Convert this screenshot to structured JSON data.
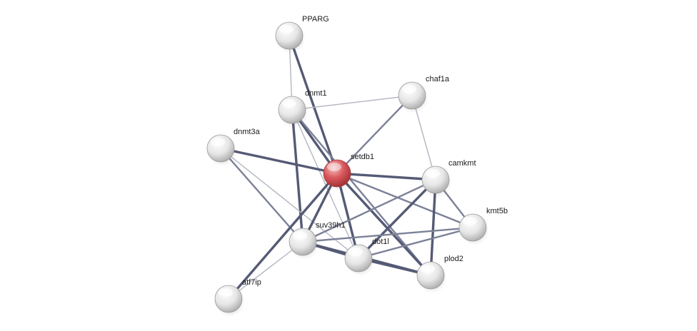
{
  "network": {
    "query_node": "setdb1",
    "colors": {
      "query_node": "#d9585c",
      "node": "#e4e4e4",
      "edge_strong": "#555a75",
      "edge_medium": "#7c8198",
      "edge_weak": "#b4b6c2"
    },
    "nodes": [
      {
        "id": "PPARG",
        "label": "PPARG"
      },
      {
        "id": "dnmt1",
        "label": "dnmt1"
      },
      {
        "id": "chaf1a",
        "label": "chaf1a"
      },
      {
        "id": "dnmt3a",
        "label": "dnmt3a"
      },
      {
        "id": "setdb1",
        "label": "setdb1"
      },
      {
        "id": "camkmt",
        "label": "camkmt"
      },
      {
        "id": "kmt5b",
        "label": "kmt5b"
      },
      {
        "id": "suv39h1",
        "label": "suv39h1"
      },
      {
        "id": "dot1l",
        "label": "dot1l"
      },
      {
        "id": "plod2",
        "label": "plod2"
      },
      {
        "id": "atf7ip",
        "label": "atf7ip"
      }
    ],
    "edges": [
      {
        "source": "PPARG",
        "target": "dnmt1",
        "strength": "weak"
      },
      {
        "source": "PPARG",
        "target": "setdb1",
        "strength": "strong"
      },
      {
        "source": "dnmt1",
        "target": "chaf1a",
        "strength": "weak"
      },
      {
        "source": "dnmt1",
        "target": "setdb1",
        "strength": "strong"
      },
      {
        "source": "dnmt1",
        "target": "suv39h1",
        "strength": "strong"
      },
      {
        "source": "dnmt1",
        "target": "dot1l",
        "strength": "weak"
      },
      {
        "source": "dnmt1",
        "target": "plod2",
        "strength": "medium"
      },
      {
        "source": "chaf1a",
        "target": "setdb1",
        "strength": "medium"
      },
      {
        "source": "chaf1a",
        "target": "camkmt",
        "strength": "weak"
      },
      {
        "source": "dnmt3a",
        "target": "setdb1",
        "strength": "strong"
      },
      {
        "source": "dnmt3a",
        "target": "suv39h1",
        "strength": "medium"
      },
      {
        "source": "dnmt3a",
        "target": "dot1l",
        "strength": "weak"
      },
      {
        "source": "setdb1",
        "target": "camkmt",
        "strength": "strong"
      },
      {
        "source": "setdb1",
        "target": "kmt5b",
        "strength": "medium"
      },
      {
        "source": "setdb1",
        "target": "suv39h1",
        "strength": "strong"
      },
      {
        "source": "setdb1",
        "target": "dot1l",
        "strength": "strong"
      },
      {
        "source": "setdb1",
        "target": "plod2",
        "strength": "strong"
      },
      {
        "source": "setdb1",
        "target": "atf7ip",
        "strength": "strong"
      },
      {
        "source": "camkmt",
        "target": "kmt5b",
        "strength": "medium"
      },
      {
        "source": "camkmt",
        "target": "suv39h1",
        "strength": "medium"
      },
      {
        "source": "camkmt",
        "target": "dot1l",
        "strength": "strong"
      },
      {
        "source": "camkmt",
        "target": "plod2",
        "strength": "strong"
      },
      {
        "source": "kmt5b",
        "target": "suv39h1",
        "strength": "medium"
      },
      {
        "source": "kmt5b",
        "target": "dot1l",
        "strength": "medium"
      },
      {
        "source": "suv39h1",
        "target": "dot1l",
        "strength": "strong"
      },
      {
        "source": "suv39h1",
        "target": "plod2",
        "strength": "strong"
      },
      {
        "source": "suv39h1",
        "target": "atf7ip",
        "strength": "weak"
      },
      {
        "source": "dot1l",
        "target": "plod2",
        "strength": "strong"
      }
    ]
  }
}
